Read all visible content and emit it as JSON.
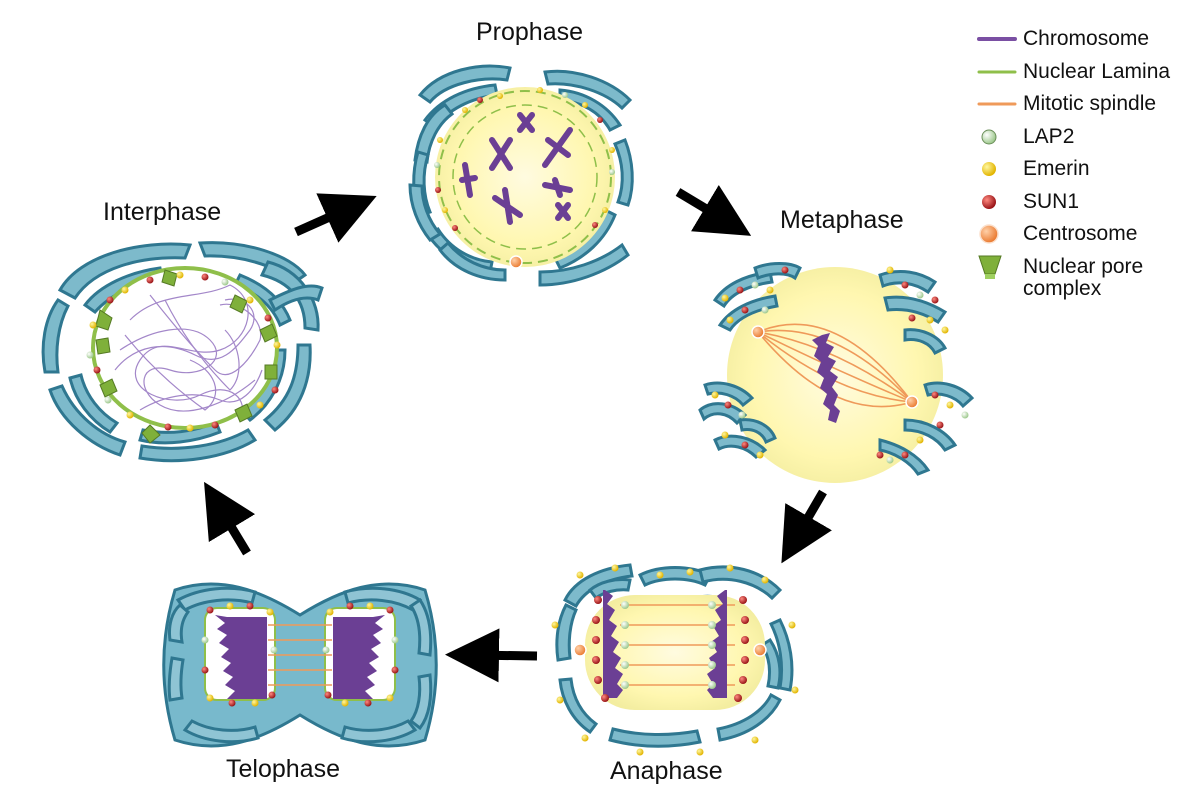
{
  "phases": {
    "prophase": "Prophase",
    "metaphase": "Metaphase",
    "anaphase": "Anaphase",
    "telophase": "Telophase",
    "interphase": "Interphase"
  },
  "legend": [
    {
      "key": "chromosome",
      "label": "Chromosome",
      "color": "#7a4fa3",
      "icon": "line-swatch"
    },
    {
      "key": "lamina",
      "label": "Nuclear Lamina",
      "color": "#8fbf4a",
      "icon": "line-swatch"
    },
    {
      "key": "spindle",
      "label": "Mitotic spindle",
      "color": "#ef9a5a",
      "icon": "line-swatch"
    },
    {
      "key": "lap2",
      "label": "LAP2",
      "color": "#cfe7c5",
      "icon": "dot-swatch"
    },
    {
      "key": "emerin",
      "label": "Emerin",
      "color": "#f2d21c",
      "icon": "dot-swatch"
    },
    {
      "key": "sun1",
      "label": "SUN1",
      "color": "#c0282c",
      "icon": "dot-swatch"
    },
    {
      "key": "centrosome",
      "label": "Centrosome",
      "color": "#f28c4a",
      "icon": "dot-swatch"
    },
    {
      "key": "npc",
      "label": "Nuclear pore complex",
      "color": "#7fb03a",
      "icon": "funnel-swatch"
    }
  ],
  "colors": {
    "er": "#4a9fb8",
    "er_dark": "#2f7790",
    "er_fill": "#78b9cc",
    "nucleus_fill": "#fff7c2",
    "arrow": "#000000"
  }
}
